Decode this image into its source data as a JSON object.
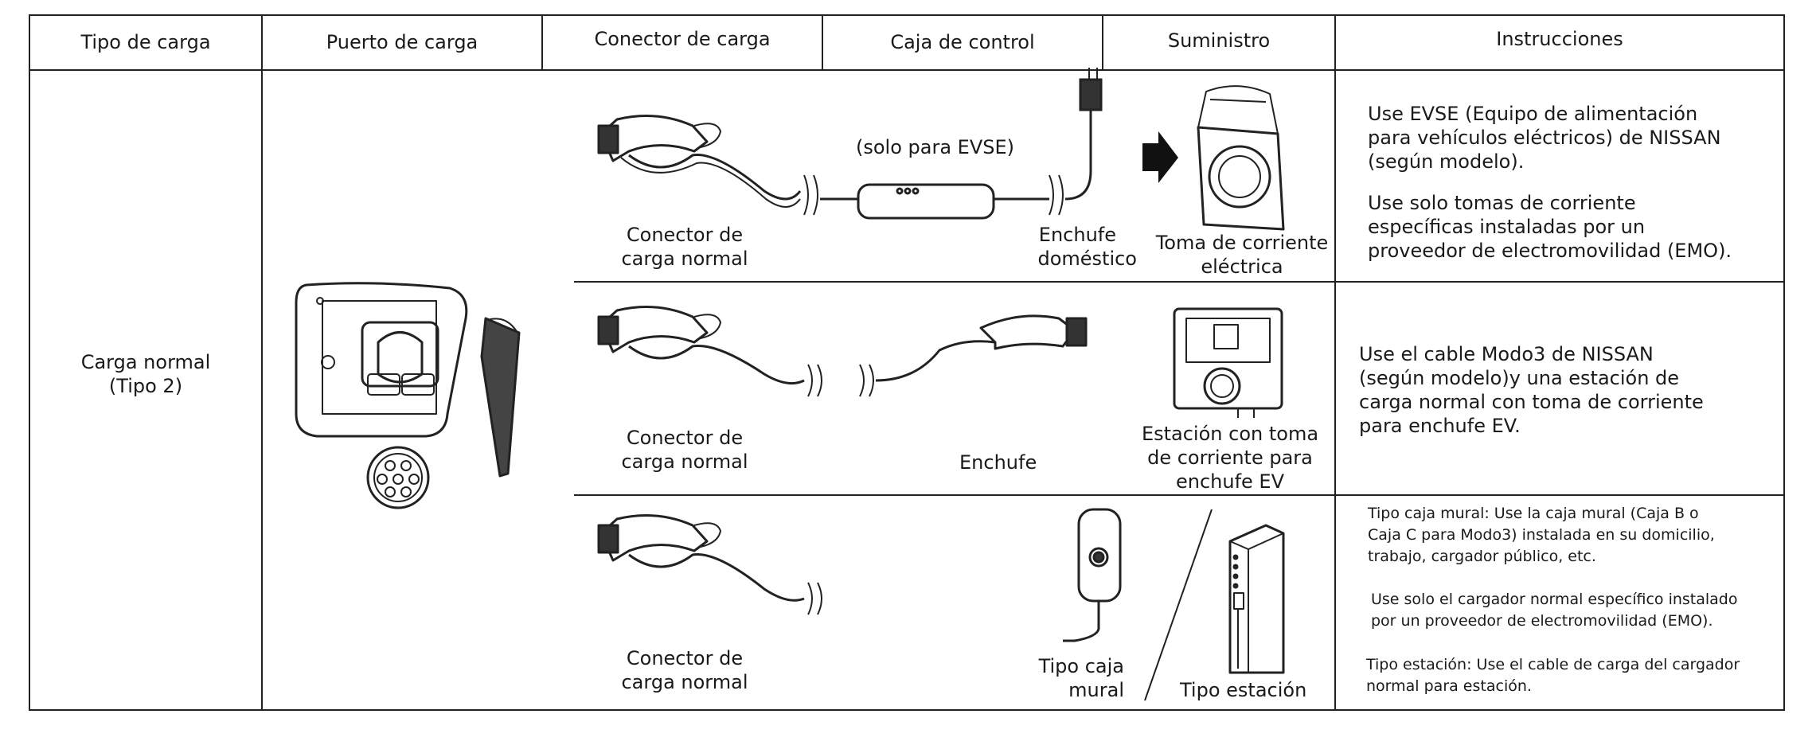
{
  "headers": {
    "tipo_carga": "Tipo de carga",
    "puerto_carga": "Puerto de carga",
    "conector_carga": "Conector de carga",
    "caja_control": "Caja de control",
    "suministro": "Suministro",
    "instrucciones": "Instrucciones"
  },
  "row_label": [
    "Carga normal",
    "(Tipo 2)"
  ],
  "section1": {
    "evse_note": "(solo para EVSE)",
    "connector_label": [
      "Conector de",
      "carga normal"
    ],
    "plug_label": [
      "Enchufe",
      "doméstico"
    ],
    "outlet_label": [
      "Toma de corriente",
      "eléctrica"
    ],
    "instructions_p1": [
      "Use EVSE (Equipo de alimentación",
      "para vehículos eléctricos) de NISSAN",
      "(según modelo)."
    ],
    "instructions_p2": [
      "Use solo tomas de corriente",
      "específicas instaladas por un",
      "proveedor de electromovilidad (EMO)."
    ]
  },
  "section2": {
    "connector_label": [
      "Conector de",
      "carga normal"
    ],
    "plug_label": "Enchufe",
    "station_label": [
      "Estación con toma",
      "de corriente para",
      "enchufe EV"
    ],
    "instructions": [
      "Use el cable Modo3 de NISSAN",
      "(según modelo)y una estación de",
      "carga normal con toma de corriente",
      "para enchufe EV."
    ]
  },
  "section3": {
    "connector_label": [
      "Conector de",
      "carga normal"
    ],
    "wallbox_label": [
      "Tipo caja",
      "mural"
    ],
    "station_label": "Tipo estación",
    "instructions_p1": [
      "Tipo caja mural: Use la caja mural (Caja B o",
      "Caja C para Modo3) instalada en su domicilio,",
      "trabajo, cargador público, etc."
    ],
    "instructions_p2": [
      "Use solo el cargador normal específico instalado",
      "por un proveedor de electromovilidad (EMO)."
    ],
    "instructions_p3": [
      "Tipo estación: Use el cable de carga del cargador",
      "normal para estación."
    ]
  }
}
